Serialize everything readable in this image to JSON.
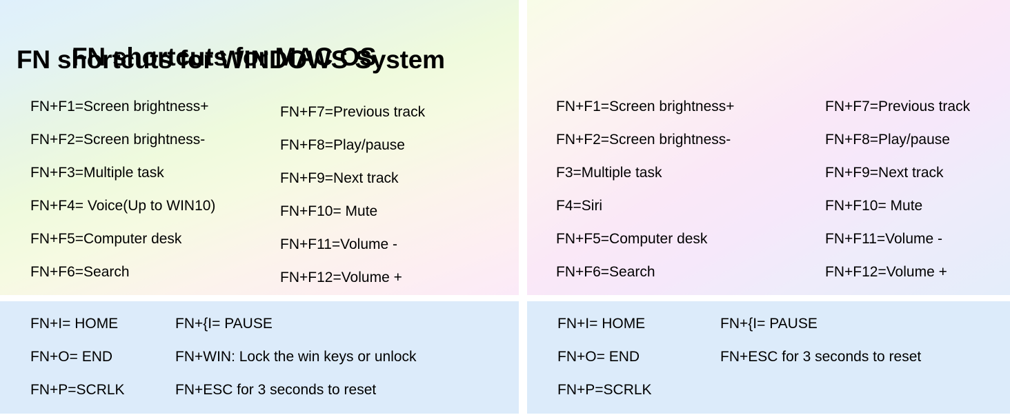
{
  "page": {
    "background_color": "#ffffff",
    "accent_band_color": "#dcebfa"
  },
  "panels": {
    "windows_main": {
      "title": "FN shortcuts for WINDOWS System",
      "column_left": [
        "FN+F1=Screen brightness+",
        "FN+F2=Screen brightness-",
        "FN+F3=Multiple task",
        "FN+F4= Voice(Up to WIN10)",
        "FN+F5=Computer desk",
        "FN+F6=Search"
      ],
      "column_right": [
        "FN+F7=Previous track",
        "FN+F8=Play/pause",
        "FN+F9=Next track",
        "FN+F10= Mute",
        "FN+F11=Volume -",
        "FN+F12=Volume +"
      ]
    },
    "mac_main": {
      "title": "FN shortcuts for MAC OS",
      "column_left": [
        "FN+F1=Screen brightness+",
        "FN+F2=Screen brightness-",
        "F3=Multiple task",
        "F4=Siri",
        "FN+F5=Computer desk",
        "FN+F6=Search"
      ],
      "column_right": [
        "FN+F7=Previous track",
        "FN+F8=Play/pause",
        "FN+F9=Next track",
        "FN+F10= Mute",
        "FN+F11=Volume -",
        "FN+F12=Volume +"
      ]
    },
    "windows_extra": {
      "column_left": [
        "FN+I= HOME",
        "FN+O= END",
        "FN+P=SCRLK"
      ],
      "column_right": [
        "FN+{I= PAUSE",
        "FN+WIN: Lock the win keys or unlock",
        "FN+ESC for 3 seconds to reset"
      ]
    },
    "mac_extra": {
      "column_left": [
        "FN+I= HOME",
        "FN+O= END",
        "FN+P=SCRLK"
      ],
      "column_right": [
        "FN+{I= PAUSE",
        "FN+ESC for 3 seconds to reset",
        ""
      ]
    }
  }
}
